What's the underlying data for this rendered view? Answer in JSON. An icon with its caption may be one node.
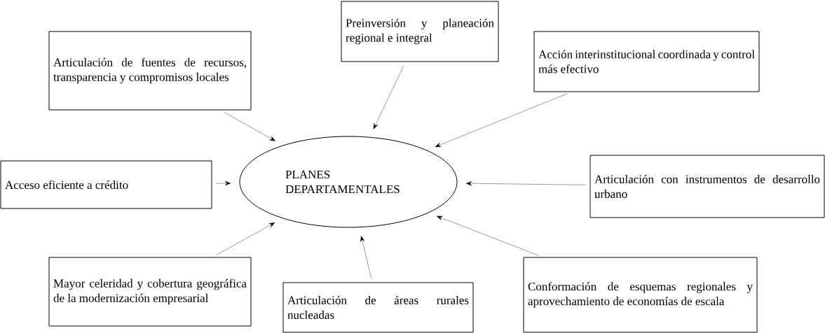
{
  "diagram": {
    "nodes": [
      {
        "text": [
          "PLANES DEPARTAMENTALES"
        ]
      },
      {
        "text": [
          "Articulación de fuentes de recursos, transparencia y compromisos locales"
        ]
      },
      {
        "text": [
          "Preinversión y planeación regional e integral"
        ]
      },
      {
        "text": [
          "Acción interinstitucional coordinada y control más efectivo"
        ]
      },
      {
        "text": [
          "Acceso eficiente a crédito"
        ]
      },
      {
        "text": [
          "Articulación con instrumentos de desarrollo urbano"
        ]
      },
      {
        "text": [
          "Mayor celeridad y cobertura geográfica de la modernización empresarial"
        ]
      },
      {
        "text": [
          "Articulación de áreas rurales nucleadas"
        ]
      },
      {
        "text": [
          "Conformación de esquemas regionales y aprovechamiento de economías de escala"
        ]
      }
    ],
    "edges": [
      {
        "from": 1,
        "to": 0,
        "arrow": "to"
      },
      {
        "from": 2,
        "to": 0,
        "arrow": "to"
      },
      {
        "from": 3,
        "to": 0,
        "arrow": "to"
      },
      {
        "from": 4,
        "to": 0,
        "arrow": "to"
      },
      {
        "from": 5,
        "to": 0,
        "arrow": "to"
      },
      {
        "from": 6,
        "to": 0,
        "arrow": "to"
      },
      {
        "from": 7,
        "to": 0,
        "arrow": "to"
      },
      {
        "from": 8,
        "to": 0,
        "arrow": "to"
      }
    ]
  }
}
